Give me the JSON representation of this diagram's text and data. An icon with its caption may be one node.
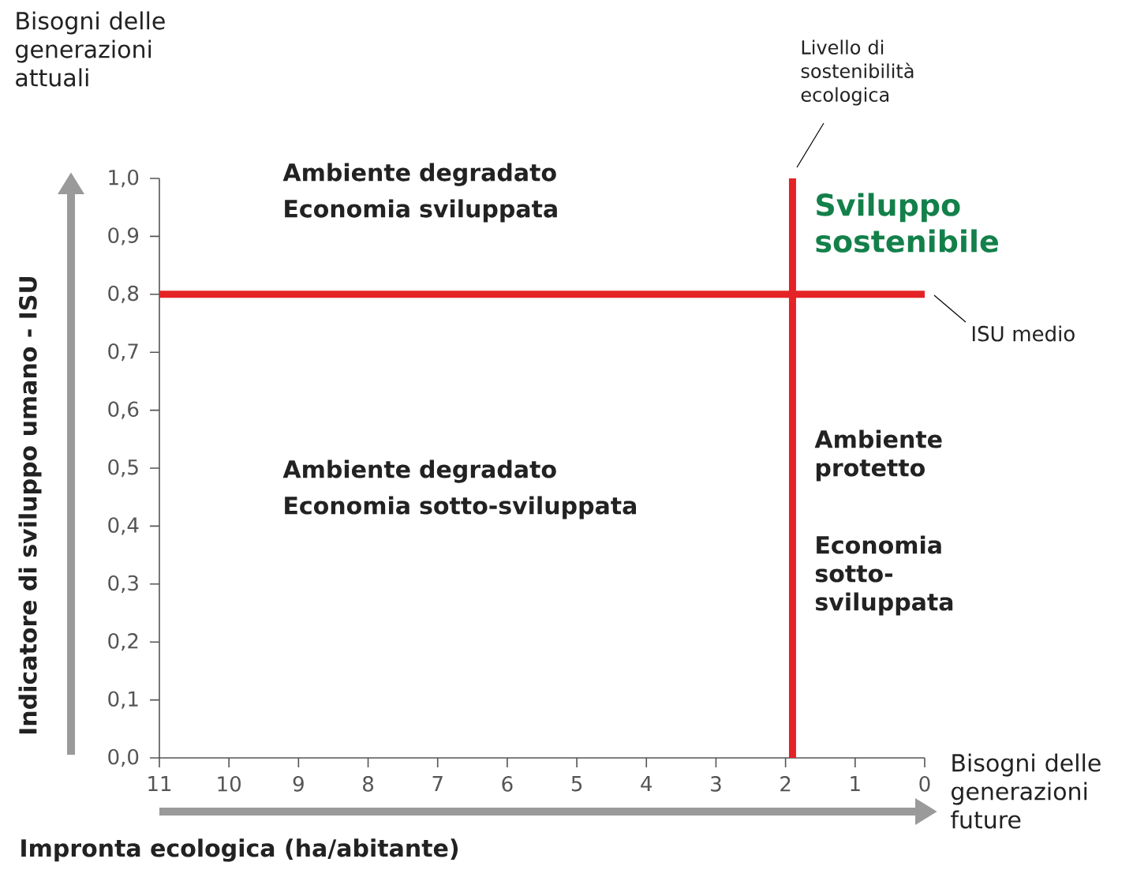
{
  "diagram": {
    "nodes": [
      {
        "text": [
          "Livello di sostenibilità ecologica"
        ]
      },
      {
        "text": [
          "ISU medio"
        ]
      }
    ],
    "edges": [
      {
        "from": 0,
        "to": null,
        "arrow": "none"
      },
      {
        "from": 1,
        "to": null,
        "arrow": "none"
      }
    ],
    "labels": [
      "Bisogni delle generazioni attuali",
      "Ambiente degradato",
      "Economia sviluppata",
      "Sviluppo sostenibile",
      "Ambiente degradato",
      "Economia sotto-sviluppata",
      "Ambiente protetto",
      "Economia sotto-sviluppata",
      "Bisogni delle generazioni future"
    ],
    "chart_data": {
      "type": "line",
      "xlabel": "Impronta ecologica (ha/abitante)",
      "ylabel": "Indicatore di sviluppo umano - ISU",
      "xlim": [
        11,
        0
      ],
      "ylim": [
        0,
        1
      ],
      "xticks": [
        11,
        10,
        9,
        8,
        7,
        6,
        5,
        4,
        3,
        2,
        1,
        0
      ],
      "yticks": [
        {
          "value": 0,
          "label": "0,0"
        },
        {
          "value": 0.1,
          "label": "0,1"
        },
        {
          "value": 0.2,
          "label": "0,2"
        },
        {
          "value": 0.3,
          "label": "0,3"
        },
        {
          "value": 0.4,
          "label": "0,4"
        },
        {
          "value": 0.5,
          "label": "0,5"
        },
        {
          "value": 0.6,
          "label": "0,6"
        },
        {
          "value": 0.7,
          "label": "0,7"
        },
        {
          "value": 0.8,
          "label": "0,8"
        },
        {
          "value": 0.9,
          "label": "0,9"
        },
        {
          "value": 1,
          "label": "1,0"
        }
      ],
      "series": [
        {
          "color": "#e42326",
          "x": [
            11,
            0
          ],
          "values": [
            0.8,
            0.8
          ]
        },
        {
          "color": "#e42326",
          "x": [
            1.9,
            1.9
          ],
          "values": [
            0,
            1
          ]
        }
      ]
    }
  }
}
